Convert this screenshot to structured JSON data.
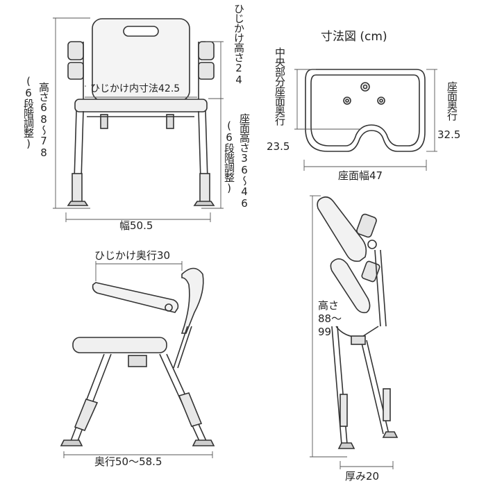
{
  "title": "寸法図 (cm)",
  "front": {
    "height_label": "高さ68～78",
    "height_note": "(6段階調整)",
    "armrest_height": "ひじかけ高さ24",
    "armrest_inner": "ひじかけ内寸法42.5",
    "seat_height": "座面高さ36～46",
    "seat_height_note": "(6段階調整)",
    "width": "幅50.5"
  },
  "seat": {
    "center_depth_label": "中央部分座面奥行",
    "center_depth_value": "23.5",
    "depth_label": "座面奥行",
    "depth_value": "32.5",
    "width": "座面幅47"
  },
  "side": {
    "armrest_depth": "ひじかけ奥行30",
    "depth": "奥行50～58.5"
  },
  "folded": {
    "height_line1": "高さ",
    "height_line2": "88～",
    "height_line3": "99",
    "thickness": "厚み20"
  }
}
